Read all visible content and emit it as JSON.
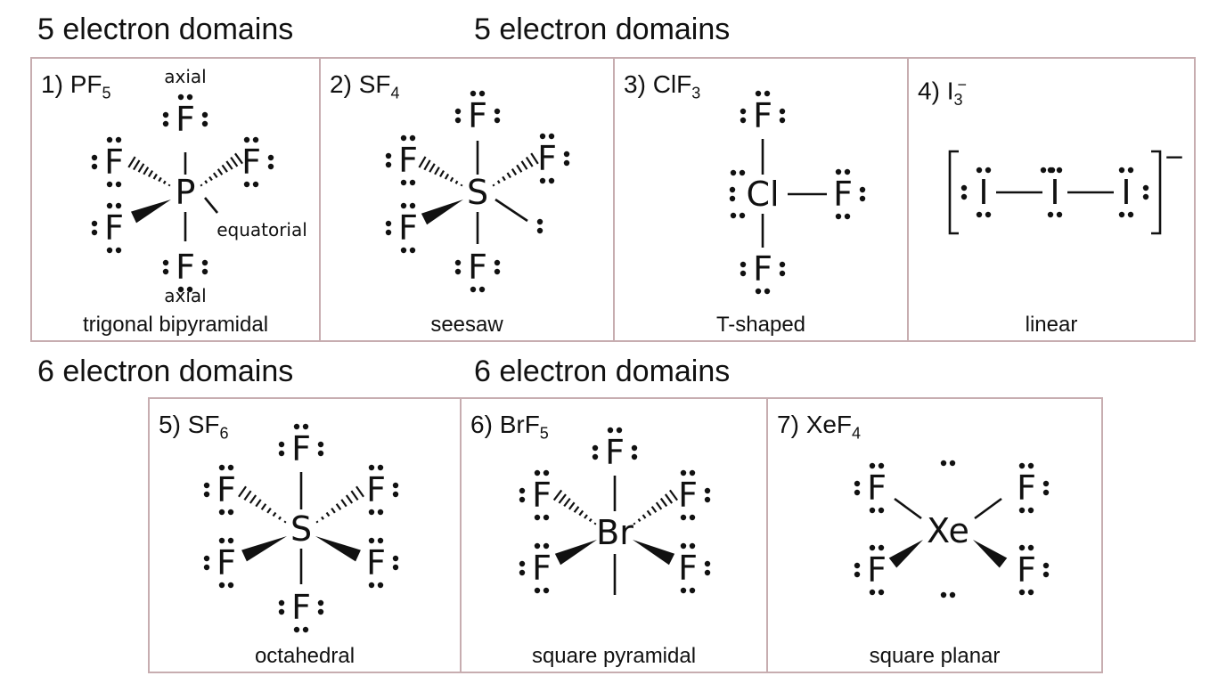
{
  "headings": [
    "5 electron domains",
    "5 electron domains",
    "6 electron domains",
    "6 electron domains"
  ],
  "molecules": [
    {
      "number": "1)",
      "formula": "PF",
      "sub": "5",
      "sup": "",
      "shape": "trigonal bipyramidal",
      "central": "P",
      "ligand": "F"
    },
    {
      "number": "2)",
      "formula": "SF",
      "sub": "4",
      "sup": "",
      "shape": "seesaw",
      "central": "S",
      "ligand": "F"
    },
    {
      "number": "3)",
      "formula": "ClF",
      "sub": "3",
      "sup": "",
      "shape": "T-shaped",
      "central": "Cl",
      "ligand": "F"
    },
    {
      "number": "4)",
      "formula": "I",
      "sub": "3",
      "sup": "−",
      "shape": "linear",
      "central": "I",
      "ligand": "I"
    },
    {
      "number": "5)",
      "formula": "SF",
      "sub": "6",
      "sup": "",
      "shape": "octahedral",
      "central": "S",
      "ligand": "F"
    },
    {
      "number": "6)",
      "formula": "BrF",
      "sub": "5",
      "sup": "",
      "shape": "square pyramidal",
      "central": "Br",
      "ligand": "F"
    },
    {
      "number": "7)",
      "formula": "XeF",
      "sub": "4",
      "sup": "",
      "shape": "square planar",
      "central": "Xe",
      "ligand": "F"
    }
  ],
  "annotations": {
    "axial": "axial",
    "equatorial": "equatorial",
    "charge": "−"
  },
  "colors": {
    "panel_border": "#c7adb0",
    "ink": "#111111"
  }
}
